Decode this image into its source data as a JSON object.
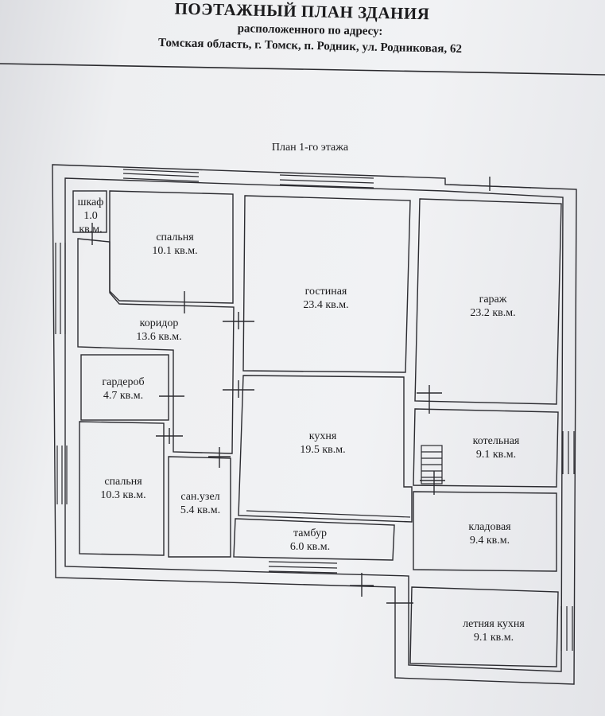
{
  "document": {
    "title": "ПОЭТАЖНЫЙ ПЛАН ЗДАНИЯ",
    "subtitle": "расположенного по адресу:",
    "address": "Томская область, г. Томск, п. Родник, ул. Родниковая, 62"
  },
  "plan": {
    "label": "План 1-го этажа",
    "rooms": [
      {
        "name": "шкаф",
        "area": "1.0",
        "unit": "кв.м."
      },
      {
        "name": "спальня",
        "area": "10.1 кв.м."
      },
      {
        "name": "гостиная",
        "area": "23.4 кв.м."
      },
      {
        "name": "гараж",
        "area": "23.2 кв.м."
      },
      {
        "name": "коридор",
        "area": "13.6 кв.м."
      },
      {
        "name": "гардероб",
        "area": "4.7 кв.м."
      },
      {
        "name": "кухня",
        "area": "19.5 кв.м."
      },
      {
        "name": "котельная",
        "area": "9.1 кв.м."
      },
      {
        "name": "спальня",
        "area": "10.3 кв.м."
      },
      {
        "name": "сан.узел",
        "area": "5.4 кв.м."
      },
      {
        "name": "тамбур",
        "area": "6.0 кв.м."
      },
      {
        "name": "кладовая",
        "area": "9.4 кв.м."
      },
      {
        "name": "летняя кухня",
        "area": "9.1 кв.м."
      }
    ]
  }
}
